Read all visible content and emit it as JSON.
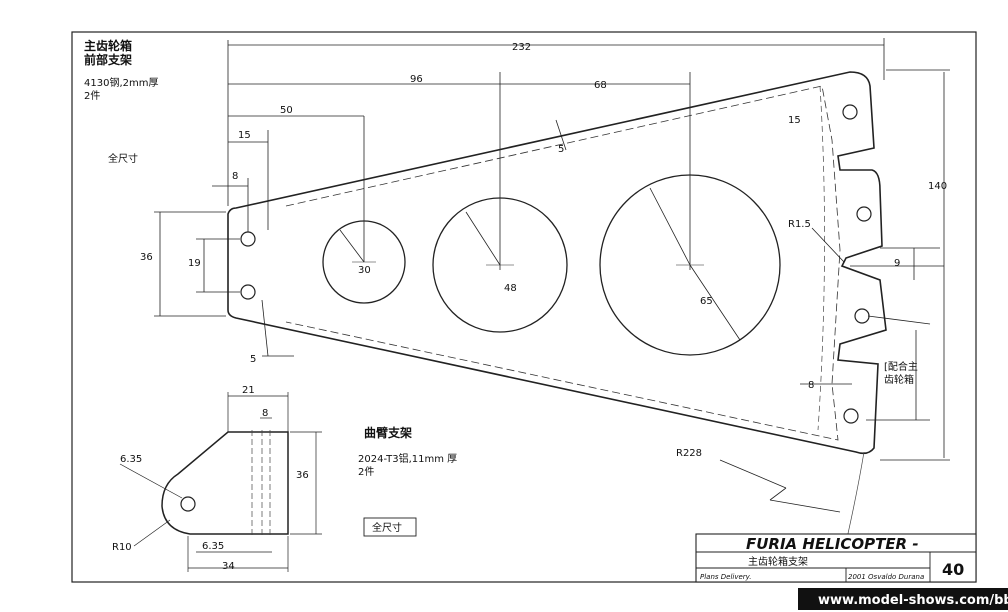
{
  "main_part": {
    "title_line1": "主齿轮箱",
    "title_line2": "前部支架",
    "material": "4130钢,2mm厚",
    "quantity": "2件",
    "scale_note": "全尺寸"
  },
  "dimensions": {
    "overall_length": "232",
    "d96": "96",
    "d68": "68",
    "d50": "50",
    "d15_left": "15",
    "d8_left": "8",
    "d36_left": "36",
    "d19_left": "19",
    "d5_bottom": "5",
    "d5_inner": "5",
    "d15_right": "15",
    "d140": "140",
    "r1_5": "R1.5",
    "d9": "9",
    "d8_right": "8",
    "r228": "R228",
    "hole_30": "30",
    "hole_48": "48",
    "hole_65": "65"
  },
  "right_note": {
    "line1": "[配合主",
    "line2": "齿轮箱"
  },
  "arm_part": {
    "title": "曲臂支架",
    "material": "2024-T3铝,11mm 厚",
    "quantity": "2件",
    "scale_note": "全尺寸",
    "d21": "21",
    "d8": "8",
    "d36": "36",
    "d6_35_top": "6.35",
    "d6_35_bottom": "6.35",
    "r10": "R10",
    "d34": "34"
  },
  "title_block": {
    "title": "FURIA HELICOPTER -",
    "subtitle": "主齿轮箱支架",
    "publisher": "Plans Delivery.",
    "copyright": "2001 Osvaldo Durana",
    "page_number": "40"
  },
  "watermark": "www.model-shows.com/bbs"
}
